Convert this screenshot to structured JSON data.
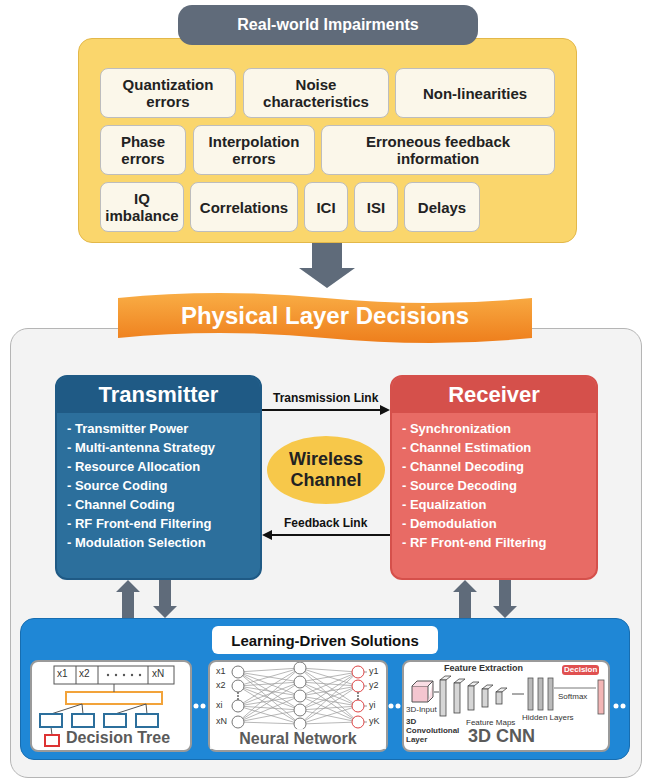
{
  "diagram": {
    "nodes": [
      {
        "text": [
          "Real-world Impairments"
        ]
      },
      {
        "text": [
          "Quantization errors"
        ],
        "in": 0
      },
      {
        "text": [
          "Noise characteristics"
        ],
        "in": 0
      },
      {
        "text": [
          "Non-linearities"
        ],
        "in": 0
      },
      {
        "text": [
          "Phase errors"
        ],
        "in": 0
      },
      {
        "text": [
          "Interpolation errors"
        ],
        "in": 0
      },
      {
        "text": [
          "Erroneous feedback information"
        ],
        "in": 0
      },
      {
        "text": [
          "IQ imbalance"
        ],
        "in": 0
      },
      {
        "text": [
          "Correlations"
        ],
        "in": 0
      },
      {
        "text": [
          "ICI"
        ],
        "in": 0
      },
      {
        "text": [
          "ISI"
        ],
        "in": 0
      },
      {
        "text": [
          "Delays"
        ],
        "in": 0
      },
      {
        "text": [
          "Physical Layer Decisions"
        ]
      },
      {
        "text": [
          "Transmitter",
          "- Transmitter Power",
          "- Multi-antenna Strategy",
          "- Resource Allocation",
          "- Source Coding",
          "- Channel Coding",
          "- RF Front-end Filtering",
          "- Modulation Selection"
        ],
        "in": 12
      },
      {
        "text": [
          "Receiver",
          "- Synchronization",
          "- Channel Estimation",
          "- Channel Decoding",
          "- Source Decoding",
          "- Equalization",
          "- Demodulation",
          "- RF Front-end Filtering"
        ],
        "in": 12
      },
      {
        "text": [
          "Wireless Channel"
        ],
        "in": 12
      },
      {
        "text": [
          "Learning-Driven Solutions"
        ],
        "in": 12
      },
      {
        "text": [
          "Decision Tree"
        ],
        "in": 16
      },
      {
        "text": [
          "Neural Network"
        ],
        "in": 16
      },
      {
        "text": [
          "3D CNN"
        ],
        "in": 16
      }
    ],
    "edges": [
      {
        "from": 0,
        "to": 12,
        "arrow": "to"
      },
      {
        "from": 13,
        "to": 14,
        "label": "Transmission Link",
        "arrow": "to"
      },
      {
        "from": 14,
        "to": 13,
        "label": "Feedback Link",
        "arrow": "to"
      },
      {
        "from": 16,
        "to": 13,
        "arrow": "to"
      },
      {
        "from": 13,
        "to": 16,
        "arrow": "to"
      },
      {
        "from": 16,
        "to": 14,
        "arrow": "to"
      },
      {
        "from": 14,
        "to": 16,
        "arrow": "to"
      }
    ],
    "labels": [
      "x1",
      "x2",
      "xN",
      "x1",
      "x2",
      "xi",
      "xN",
      "y1",
      "y2",
      "yi",
      "yK",
      "Feature Extraction",
      "3D-Input",
      "3D Convolutional Layer",
      "Feature Maps",
      "Hidden Layers",
      "Softmax",
      "Decision"
    ]
  }
}
